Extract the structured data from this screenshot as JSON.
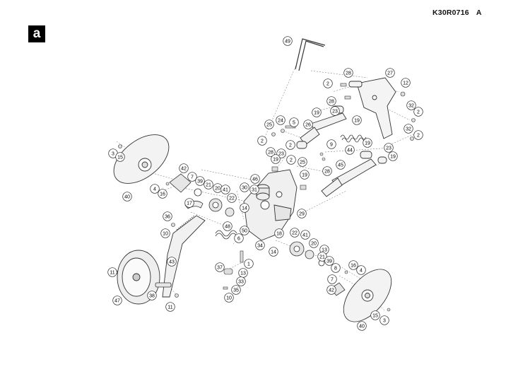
{
  "document": {
    "drawing_code": "K30R0716",
    "revision": "A",
    "panel_label": "a"
  },
  "callouts": [
    {
      "label": "49"
    },
    {
      "label": "28"
    },
    {
      "label": "27"
    },
    {
      "label": "2"
    },
    {
      "label": "12"
    },
    {
      "label": "28"
    },
    {
      "label": "23"
    },
    {
      "label": "2"
    },
    {
      "label": "32"
    },
    {
      "label": "2"
    },
    {
      "label": "19"
    },
    {
      "label": "19"
    },
    {
      "label": "24"
    },
    {
      "label": "25"
    },
    {
      "label": "5"
    },
    {
      "label": "26"
    },
    {
      "label": "32"
    },
    {
      "label": "2"
    },
    {
      "label": "2"
    },
    {
      "label": "9"
    },
    {
      "label": "19"
    },
    {
      "label": "28"
    },
    {
      "label": "23"
    },
    {
      "label": "44"
    },
    {
      "label": "23"
    },
    {
      "label": "19"
    },
    {
      "label": "2"
    },
    {
      "label": "25"
    },
    {
      "label": "19"
    },
    {
      "label": "45"
    },
    {
      "label": "28"
    },
    {
      "label": "19"
    },
    {
      "label": "3"
    },
    {
      "label": "15"
    },
    {
      "label": "42"
    },
    {
      "label": "46"
    },
    {
      "label": "7"
    },
    {
      "label": "39"
    },
    {
      "label": "21"
    },
    {
      "label": "20"
    },
    {
      "label": "41"
    },
    {
      "label": "30"
    },
    {
      "label": "31"
    },
    {
      "label": "4"
    },
    {
      "label": "16"
    },
    {
      "label": "40"
    },
    {
      "label": "22"
    },
    {
      "label": "17"
    },
    {
      "label": "14"
    },
    {
      "label": "29"
    },
    {
      "label": "36"
    },
    {
      "label": "48"
    },
    {
      "label": "50"
    },
    {
      "label": "10"
    },
    {
      "label": "18"
    },
    {
      "label": "22"
    },
    {
      "label": "41"
    },
    {
      "label": "6"
    },
    {
      "label": "34"
    },
    {
      "label": "20"
    },
    {
      "label": "14"
    },
    {
      "label": "13"
    },
    {
      "label": "21"
    },
    {
      "label": "39"
    },
    {
      "label": "43"
    },
    {
      "label": "37"
    },
    {
      "label": "1"
    },
    {
      "label": "8"
    },
    {
      "label": "16"
    },
    {
      "label": "4"
    },
    {
      "label": "13"
    },
    {
      "label": "11"
    },
    {
      "label": "7"
    },
    {
      "label": "33"
    },
    {
      "label": "42"
    },
    {
      "label": "35"
    },
    {
      "label": "38"
    },
    {
      "label": "10"
    },
    {
      "label": "47"
    },
    {
      "label": "11"
    },
    {
      "label": "15"
    },
    {
      "label": "3"
    },
    {
      "label": "40"
    }
  ]
}
